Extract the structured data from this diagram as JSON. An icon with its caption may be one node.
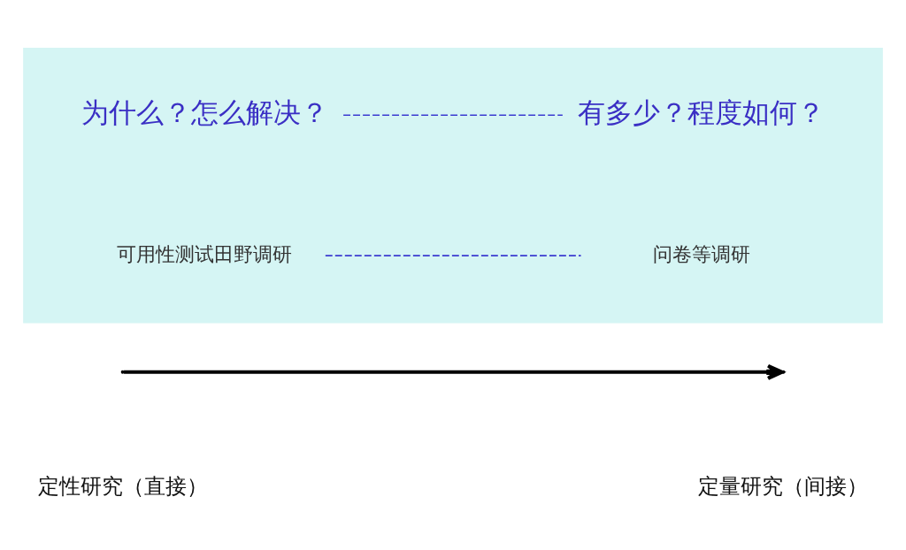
{
  "diagram": {
    "nodes": [
      {
        "text": [],
        "shape": "box"
      },
      {
        "text": [
          "为什么？怎么解决？"
        ],
        "in": 0
      },
      {
        "text": [
          "有多少？程度如何？"
        ],
        "in": 0
      },
      {
        "text": [
          "可用性测试田野调研"
        ],
        "in": 0
      },
      {
        "text": [
          "问卷等调研"
        ],
        "in": 0
      }
    ],
    "edges": [
      {
        "from": 1,
        "to": 2,
        "arrow": "none",
        "style": "dashed",
        "color": "#3b3bd0"
      },
      {
        "from": 3,
        "to": 4,
        "arrow": "none",
        "style": "dashed",
        "color": "#3b3bd0"
      }
    ],
    "labels": [
      "定性研究（直接）",
      "定量研究（间接）"
    ]
  }
}
